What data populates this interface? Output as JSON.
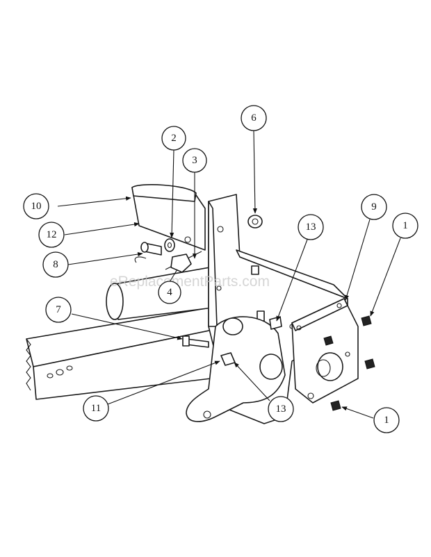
{
  "watermark": "eReplacementParts.com",
  "callouts": [
    {
      "id": "c10",
      "label": "10"
    },
    {
      "id": "c12",
      "label": "12"
    },
    {
      "id": "c8",
      "label": "8"
    },
    {
      "id": "c2",
      "label": "2"
    },
    {
      "id": "c3",
      "label": "3"
    },
    {
      "id": "c4",
      "label": "4"
    },
    {
      "id": "c6",
      "label": "6"
    },
    {
      "id": "c7",
      "label": "7"
    },
    {
      "id": "c11",
      "label": "11"
    },
    {
      "id": "c13a",
      "label": "13"
    },
    {
      "id": "c13b",
      "label": "13"
    },
    {
      "id": "c9",
      "label": "9"
    },
    {
      "id": "c1a",
      "label": "1"
    },
    {
      "id": "c1b",
      "label": "1"
    }
  ]
}
